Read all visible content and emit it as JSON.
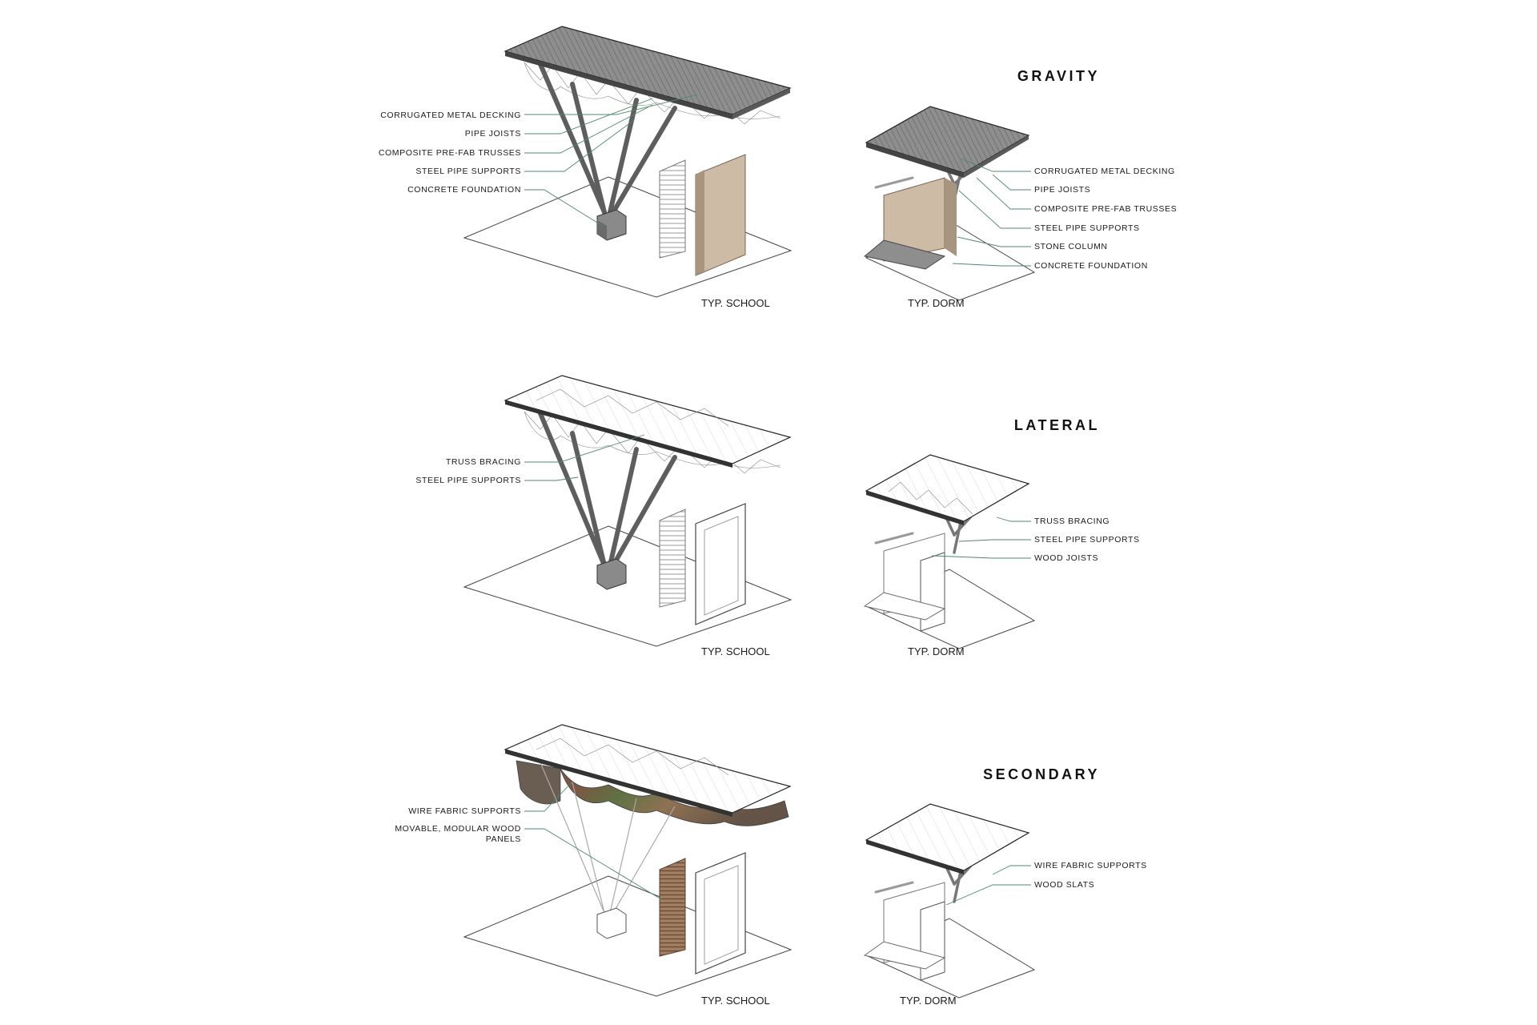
{
  "sections": [
    {
      "title": "GRAVITY",
      "school": {
        "caption": "TYP. SCHOOL",
        "labels": [
          "CORRUGATED METAL DECKING",
          "PIPE JOISTS",
          "COMPOSITE PRE-FAB TRUSSES",
          "STEEL PIPE SUPPORTS",
          "CONCRETE FOUNDATION"
        ]
      },
      "dorm": {
        "caption": "TYP. DORM",
        "labels": [
          "CORRUGATED METAL DECKING",
          "PIPE JOISTS",
          "COMPOSITE PRE-FAB TRUSSES",
          "STEEL PIPE SUPPORTS",
          "STONE COLUMN",
          "CONCRETE FOUNDATION"
        ]
      }
    },
    {
      "title": "LATERAL",
      "school": {
        "caption": "TYP. SCHOOL",
        "labels": [
          "TRUSS BRACING",
          "STEEL PIPE SUPPORTS"
        ]
      },
      "dorm": {
        "caption": "TYP. DORM",
        "labels": [
          "TRUSS BRACING",
          "STEEL PIPE SUPPORTS",
          "WOOD JOISTS"
        ]
      }
    },
    {
      "title": "SECONDARY",
      "school": {
        "caption": "TYP. SCHOOL",
        "labels": [
          "WIRE FABRIC SUPPORTS",
          "MOVABLE, MODULAR WOOD",
          "PANELS"
        ]
      },
      "dorm": {
        "caption": "TYP. DORM",
        "labels": [
          "WIRE FABRIC SUPPORTS",
          "WOOD SLATS"
        ]
      }
    }
  ],
  "colors": {
    "leader": "#4f8a6f",
    "roof_solid": "#8c8c8c",
    "stone": "#cdbba6",
    "fabric": "#6b6049"
  }
}
